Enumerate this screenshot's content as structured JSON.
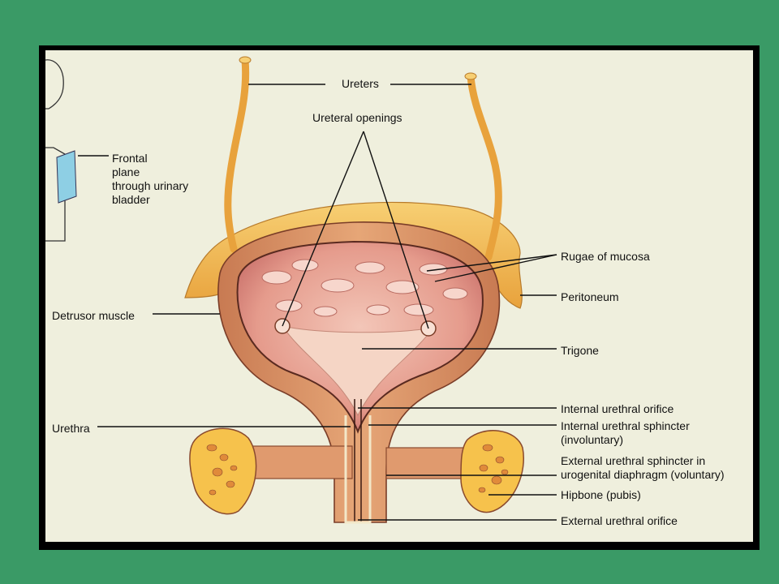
{
  "labels": {
    "ureters": "Ureters",
    "ureteral_openings": "Ureteral openings",
    "frontal_plane": [
      "Frontal",
      "plane",
      "through urinary",
      "bladder"
    ],
    "rugae": "Rugae of mucosa",
    "peritoneum": "Peritoneum",
    "detrusor": "Detrusor muscle",
    "trigone": "Trigone",
    "internal_orifice": "Internal urethral orifice",
    "urethra": "Urethra",
    "internal_sphincter": [
      "Internal urethral sphincter",
      "(involuntary)"
    ],
    "external_sphincter": [
      "External urethral sphincter in",
      "urogenital diaphragm (voluntary)"
    ],
    "hipbone": "Hipbone (pubis)",
    "external_orifice": "External urethral orifice"
  },
  "colors": {
    "background": "#3a9a66",
    "panel": "#efefdd",
    "frame": "#000000",
    "peritoneum": "#f2b84a",
    "muscle": "#d78f63",
    "mucosa": "#e6a396",
    "bone": "#f6c24c",
    "plane": "#8ecfe4"
  }
}
